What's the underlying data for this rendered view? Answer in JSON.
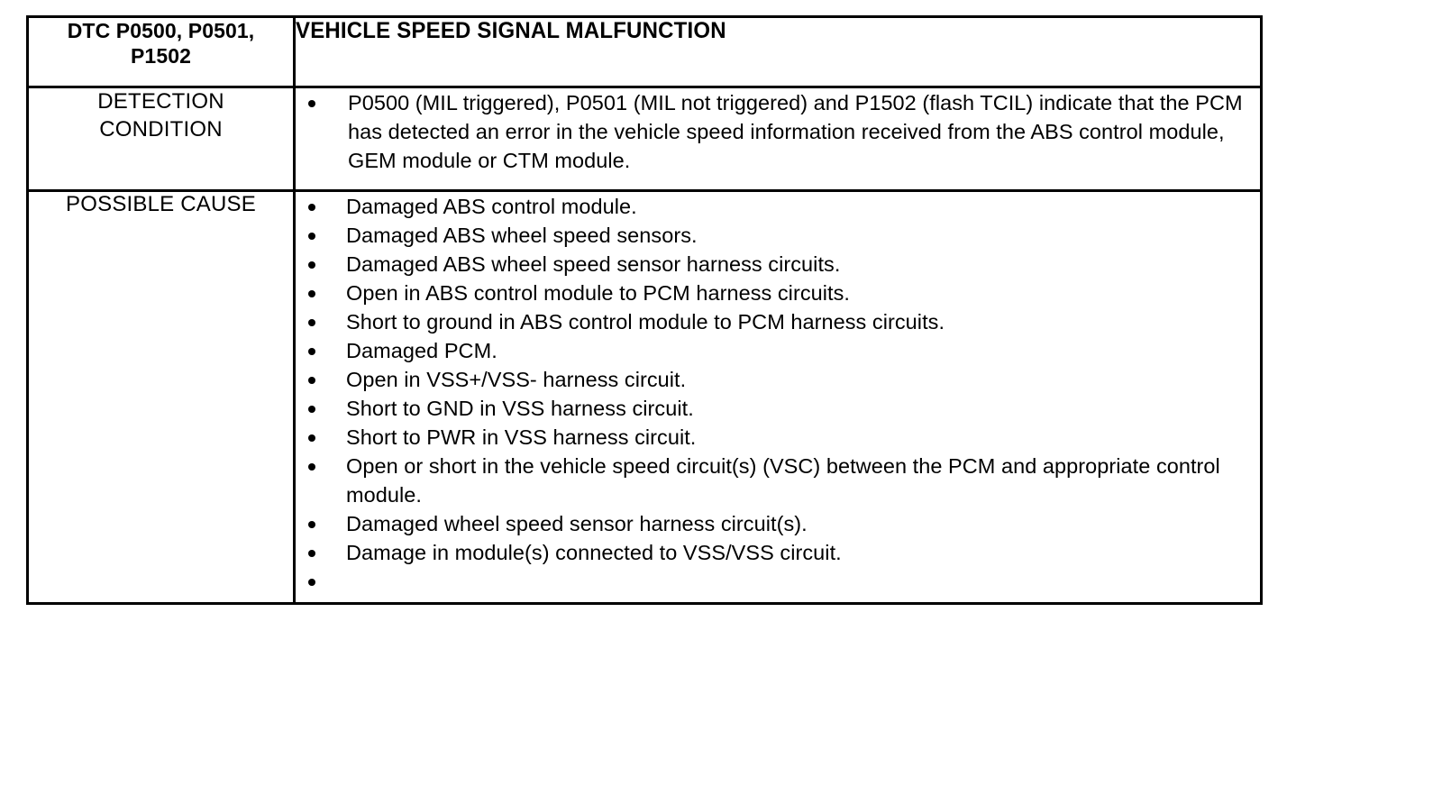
{
  "document": {
    "type": "diagnostic-trouble-code-table"
  },
  "table": {
    "header": {
      "code_label": "DTC P0500, P0501,\nP1502",
      "code_label_line1": "DTC P0500, P0501,",
      "code_label_line2": "P1502",
      "title": "VEHICLE SPEED SIGNAL MALFUNCTION"
    },
    "rows": [
      {
        "label": "DETECTION\nCONDITION",
        "label_line1": "DETECTION",
        "label_line2": "CONDITION",
        "bullets": [
          "P0500 (MIL triggered), P0501 (MIL not triggered) and P1502 (flash TCIL) indicate that the PCM has detected an error in the vehicle speed information received from the ABS control module, GEM module or CTM module."
        ]
      },
      {
        "label": "POSSIBLE CAUSE",
        "bullets": [
          "Damaged ABS control module.",
          "Damaged ABS wheel speed sensors.",
          "Damaged ABS wheel speed sensor harness circuits.",
          "Open in ABS control module to PCM harness circuits.",
          "Short to ground in ABS control module to PCM harness circuits.",
          "Damaged PCM.",
          "Open in VSS+/VSS- harness circuit.",
          "Short to GND in VSS harness circuit.",
          "Short to PWR in VSS harness circuit.",
          "Open or short in the vehicle speed circuit(s) (VSC) between the PCM and appropriate control module.",
          "Damaged wheel speed sensor harness circuit(s).",
          "Damage in module(s) connected to VSS/VSS circuit.",
          ""
        ]
      }
    ]
  },
  "colors": {
    "text": "#000000",
    "background": "#ffffff",
    "border": "#000000"
  }
}
